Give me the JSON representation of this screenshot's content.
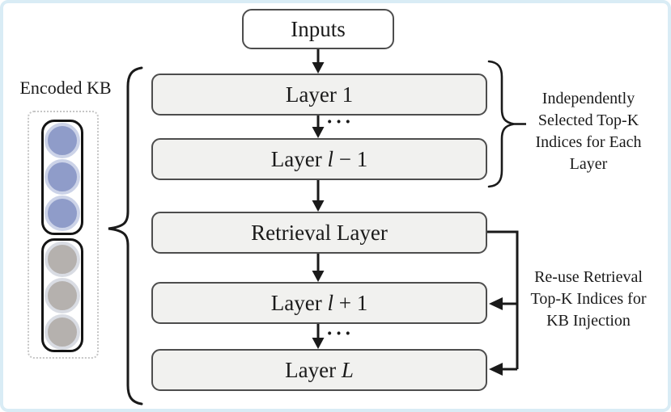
{
  "figure": {
    "background": "#ffffff",
    "frame_border_color": "#d9ecf5"
  },
  "encoded_kb": {
    "label": "Encoded KB",
    "selected_circle_color": "#8f9cc9",
    "selected_ring_color": "#ccd3e8",
    "unselected_circle_color": "#b5b1ae",
    "unselected_ring_color": "#d9dce3",
    "selected_count": 3,
    "unselected_count": 3
  },
  "flow": {
    "inputs_label": "Inputs",
    "ellipsis": "···",
    "boxes": [
      {
        "id": "layer-1",
        "text": "Layer ",
        "math": "",
        "rest": "1"
      },
      {
        "id": "layer-l-minus-1",
        "text": "Layer ",
        "math": "l",
        "rest": " − 1"
      },
      {
        "id": "retrieval-layer",
        "text": "Retrieval Layer",
        "math": "",
        "rest": ""
      },
      {
        "id": "layer-l-plus-1",
        "text": "Layer ",
        "math": "l",
        "rest": " + 1"
      },
      {
        "id": "layer-L",
        "text": "Layer ",
        "math": "L",
        "rest": ""
      }
    ]
  },
  "annotations": {
    "top": {
      "lines": [
        "Independently",
        "Selected Top-K",
        "Indices for Each",
        "Layer"
      ]
    },
    "bottom": {
      "lines": [
        "Re-use Retrieval",
        "Top-K Indices for",
        "KB Injection"
      ]
    }
  },
  "colors": {
    "box_fill": "#f1f1ef",
    "box_border": "#4d4d4d",
    "line": "#1a1a1a"
  }
}
